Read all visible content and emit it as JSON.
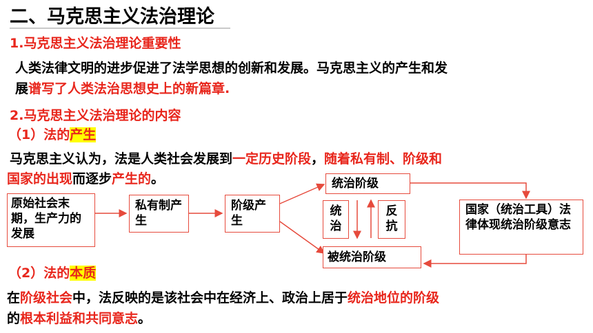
{
  "title": "二、马克思主义法治理论",
  "section1": {
    "heading": "1.马克思主义法治理论重要性",
    "line1": "人类法律文明的进步促进了法学思想的创新和发展。马克思主义的产生和发",
    "line2_plain": "展",
    "line2_red": "谱写了人类法治思想史上的新篇章."
  },
  "section2": {
    "heading": "2.马克思主义法治理论的内容",
    "sub1": {
      "prefix": "（1）法的",
      "highlight": "产生"
    },
    "para1": {
      "a": "马克思主义认为，法是人类社会发展到",
      "b": "一定历史阶段",
      "c": "，",
      "d": "随着私有制、阶级和",
      "e": "国家的出现",
      "f": "而逐步",
      "g": "产生的",
      "h": "。"
    },
    "diagram": {
      "box1": "原始社会末期，生产力的发展",
      "box2": "私有制产生",
      "box3": "阶级产生",
      "ruling": "统治阶级",
      "ruled": "被统治阶级",
      "left_vertical": "统治",
      "right_vertical": "反抗",
      "state": "国家（统治工具）法律体现统治阶级意志"
    },
    "sub2": {
      "prefix": "（2）法的",
      "highlight": "本质"
    },
    "para2": {
      "a": "在",
      "b": "阶级社会",
      "c": "中，法反映的是该社会中在经济上、政治上居于",
      "d": "统治地位的阶级",
      "e": "的",
      "f": "根本利益和共同意志",
      "g": "。"
    }
  }
}
